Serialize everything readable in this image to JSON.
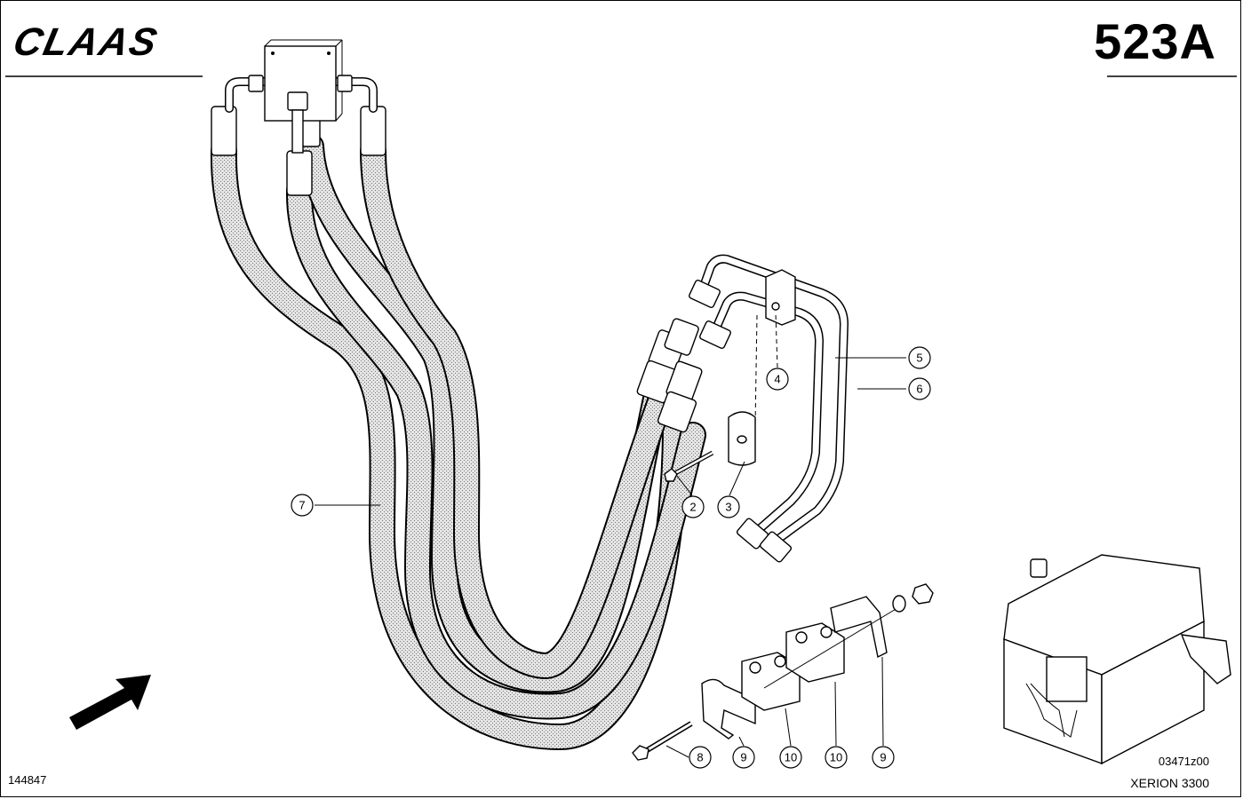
{
  "header": {
    "brand": "CLAAS",
    "sheet_code": "523A"
  },
  "footer": {
    "drawing_number": "144847",
    "ref_code": "03471z00",
    "model": "XERION 3300"
  },
  "callouts": [
    {
      "id": "2",
      "label": "2"
    },
    {
      "id": "3",
      "label": "3"
    },
    {
      "id": "4",
      "label": "4"
    },
    {
      "id": "5",
      "label": "5"
    },
    {
      "id": "6",
      "label": "6"
    },
    {
      "id": "7",
      "label": "7"
    },
    {
      "id": "8",
      "label": "8"
    },
    {
      "id": "9a",
      "label": "9"
    },
    {
      "id": "10a",
      "label": "10"
    },
    {
      "id": "10b",
      "label": "10"
    },
    {
      "id": "9b",
      "label": "9"
    }
  ],
  "colors": {
    "line": "#000000",
    "hose_fill": "#cfcfcf",
    "background": "#ffffff"
  }
}
